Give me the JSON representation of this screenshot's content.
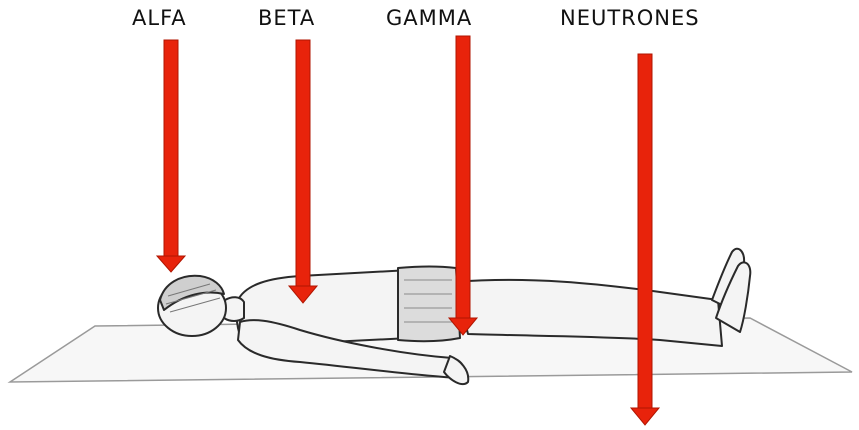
{
  "radiation_types": [
    {
      "label": "ALFA",
      "penetration": "stops at the skin surface"
    },
    {
      "label": "BETA",
      "penetration": "stops a short way into the body"
    },
    {
      "label": "GAMMA",
      "penetration": "penetrates deep into the body"
    },
    {
      "label": "NEUTRONES",
      "penetration": "passes completely through the body"
    }
  ],
  "colors": {
    "arrow": "#e8230b",
    "arrow_outline": "#b01500",
    "figure_stroke": "#2a2a2a",
    "figure_fill": "#f4f4f4",
    "mat_fill": "#f7f7f7",
    "mat_stroke": "#9a9a9a"
  }
}
